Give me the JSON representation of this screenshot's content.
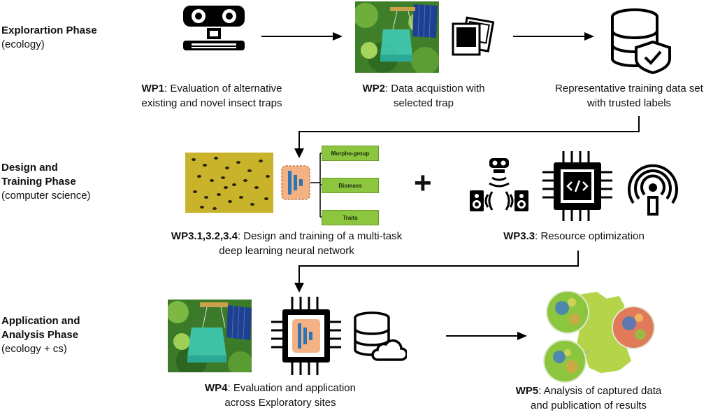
{
  "phases": [
    {
      "title": "Explorartion Phase",
      "title2": "",
      "subtitle": "(ecology)"
    },
    {
      "title": "Design and",
      "title2": "Training Phase",
      "subtitle": "(computer science)"
    },
    {
      "title": "Application and",
      "title2": "Analysis Phase",
      "subtitle": "(ecology + cs)"
    }
  ],
  "captions": {
    "wp1": {
      "tag": "WP1",
      "line1": ": Evaluation of alternative",
      "line2": "existing and novel insect traps"
    },
    "wp2": {
      "tag": "WP2",
      "line1": ": Data acquistion with",
      "line2": "selected trap"
    },
    "dataset": {
      "line1": "Representative training data set",
      "line2": "with trusted labels"
    },
    "wp3": {
      "tag": "WP3.1,3.2,3.4",
      "line1": ": Design and training of a multi-task",
      "line2": "deep learning neural network"
    },
    "wp33": {
      "tag": "WP3.3",
      "line1": ": Resource optimization"
    },
    "wp4": {
      "tag": "WP4",
      "line1": ": Evaluation and application",
      "line2": "across Exploratory sites"
    },
    "wp5": {
      "tag": "WP5",
      "line1": ": Analysis of captured data",
      "line2": "and publication of results"
    }
  },
  "network_outputs": [
    "Morpho-group",
    "Biomass",
    "Traits"
  ],
  "plus_sign": "+",
  "icons": [
    "robot-icon",
    "trap-photo",
    "photos-icon",
    "database-shield-icon",
    "insects-photo",
    "neural-net-icon",
    "sensors-robot-icon",
    "chip-code-icon",
    "wireless-icon",
    "chip-net-icon",
    "database-cloud-icon",
    "germany-map-figure"
  ],
  "colors": {
    "accent_green": "#8cc63f",
    "net_orange": "#f4b183",
    "net_blue": "#2e75b6",
    "trap_teal": "#3fc8b0",
    "solar_blue": "#1f3f8f"
  }
}
